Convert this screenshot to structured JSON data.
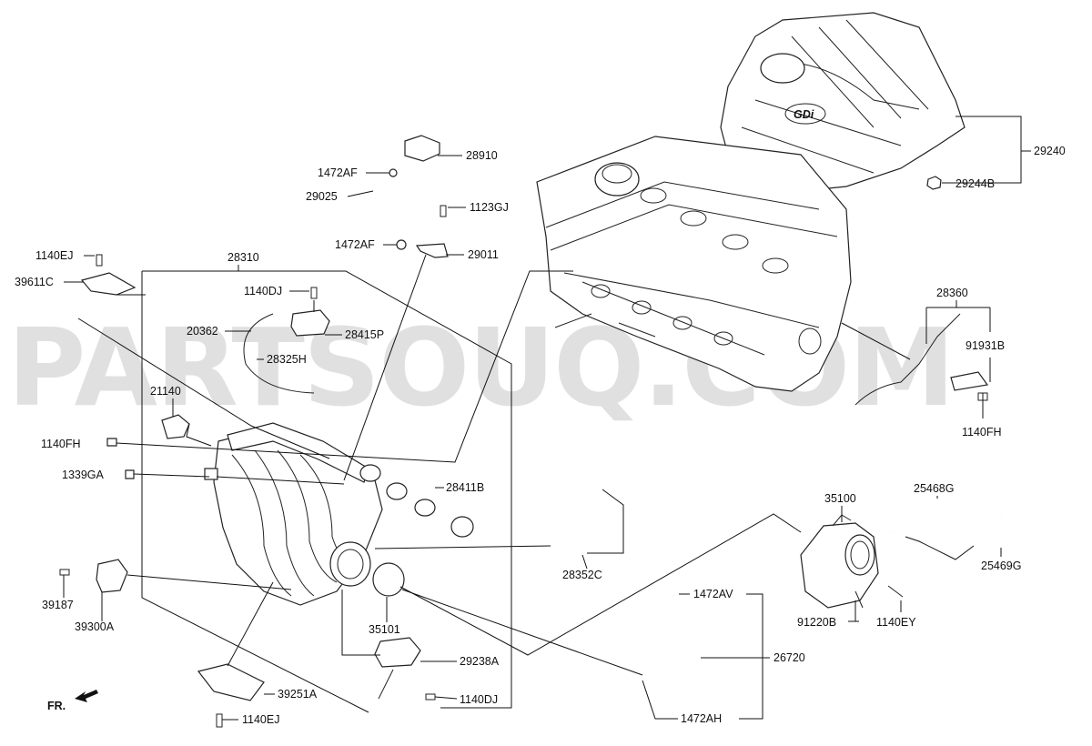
{
  "watermark": "PARTSOUQ.COM",
  "front_marker": "FR.",
  "labels": {
    "p28910": "28910",
    "p1472AF_a": "1472AF",
    "p29025": "29025",
    "p1123GJ": "1123GJ",
    "p1472AF_b": "1472AF",
    "p29011": "29011",
    "p1140EJ_a": "1140EJ",
    "p39611C": "39611C",
    "p28310": "28310",
    "p1140DJ_a": "1140DJ",
    "p20362": "20362",
    "p28415P": "28415P",
    "p28325H": "28325H",
    "p21140": "21140",
    "p1140FH_a": "1140FH",
    "p1339GA": "1339GA",
    "p28411B": "28411B",
    "p28352C": "28352C",
    "p39187": "39187",
    "p39300A": "39300A",
    "p35101": "35101",
    "p29238A": "29238A",
    "p39251A": "39251A",
    "p1140DJ_b": "1140DJ",
    "p1140EJ_b": "1140EJ",
    "p29240": "29240",
    "p29244B": "29244B",
    "p28360": "28360",
    "p91931B": "91931B",
    "p1140FH_b": "1140FH",
    "p35100": "35100",
    "p25468G": "25468G",
    "p25469G": "25469G",
    "p91220B": "91220B",
    "p1140EY": "1140EY",
    "p1472AV": "1472AV",
    "p26720": "26720",
    "p1472AH": "1472AH",
    "cover_logo": "GDi"
  }
}
